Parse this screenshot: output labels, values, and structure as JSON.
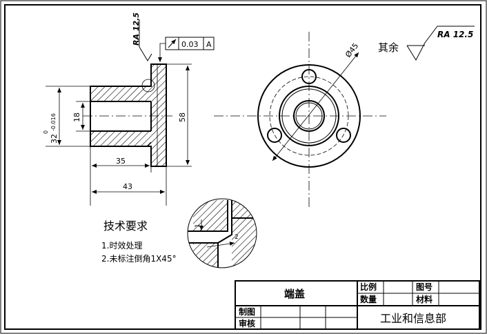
{
  "drawing": {
    "surface_finish": {
      "symbol_label": "RA 12.5",
      "top_label": "RA 12.5",
      "other_surfaces_label": "其余"
    },
    "geometric_tolerance": {
      "value": "0.03",
      "datum": "A"
    },
    "dimensions": {
      "diameter_32": "32",
      "tol_upper": "0",
      "tol_lower": "-0.016",
      "diameter_18": "18",
      "diameter_58": "58",
      "length_35": "35",
      "length_43": "43",
      "pitch_circle": "Ø45"
    },
    "detail": {
      "dim_1": "1",
      "dim_2": "2"
    },
    "technical_requirements": {
      "title": "技术要求",
      "items": [
        "1.时效处理",
        "2.未标注倒角1X45°"
      ]
    },
    "title_block": {
      "part_name": "端盖",
      "scale_label": "比例",
      "quantity_label": "数量",
      "drawing_no_label": "图号",
      "material_label": "材料",
      "drawn_by_label": "制图",
      "checked_by_label": "审核",
      "organization": "工业和信息部"
    }
  }
}
